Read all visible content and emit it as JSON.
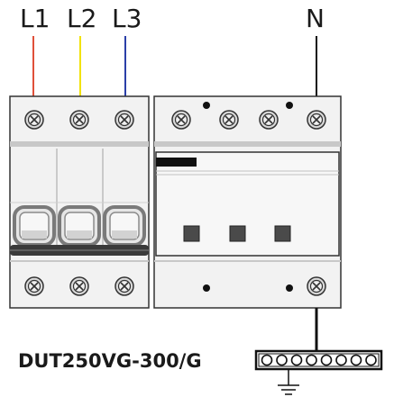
{
  "labels": {
    "phase_1": "L1",
    "phase_2": "L2",
    "phase_3": "L3",
    "neutral": "N"
  },
  "model_label": "DUT250VG-300/G",
  "colors": {
    "wire_l1": "#e0503a",
    "wire_l2": "#f2e200",
    "wire_l3": "#2b3fa8",
    "wire_n": "#111111",
    "device_body": "#f2f2f2",
    "device_outline": "#333333"
  },
  "icons": {
    "terminal": "screw-terminal-icon",
    "ground": "ground-icon",
    "test_button": "square-button-icon"
  }
}
